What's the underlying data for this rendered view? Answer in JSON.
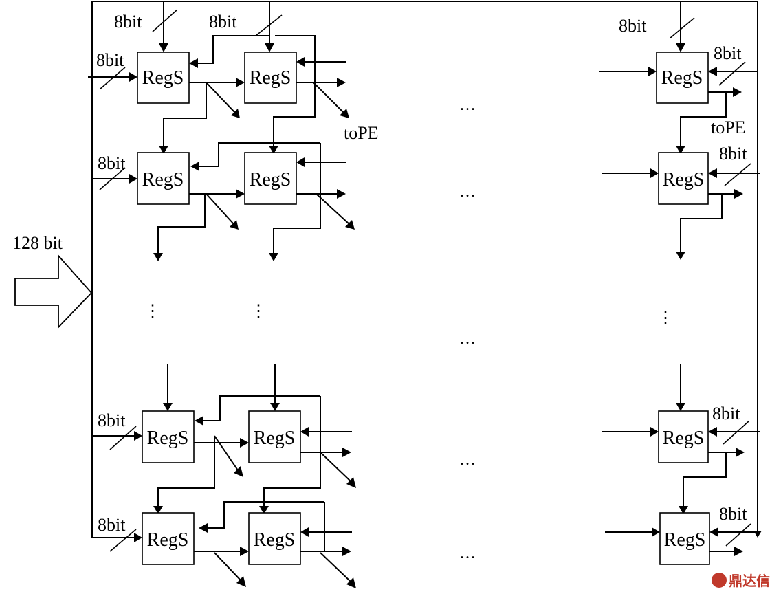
{
  "diagram": {
    "register_label": "RegS",
    "input_label": "128  bit",
    "width_label": "8bit",
    "output_label": "toPE",
    "ellipsis_h": "…",
    "ellipsis_v": "⋮",
    "watermark": "鼎达信"
  },
  "colors": {
    "line": "#000000",
    "background": "#ffffff",
    "watermark": "#c0392b"
  }
}
